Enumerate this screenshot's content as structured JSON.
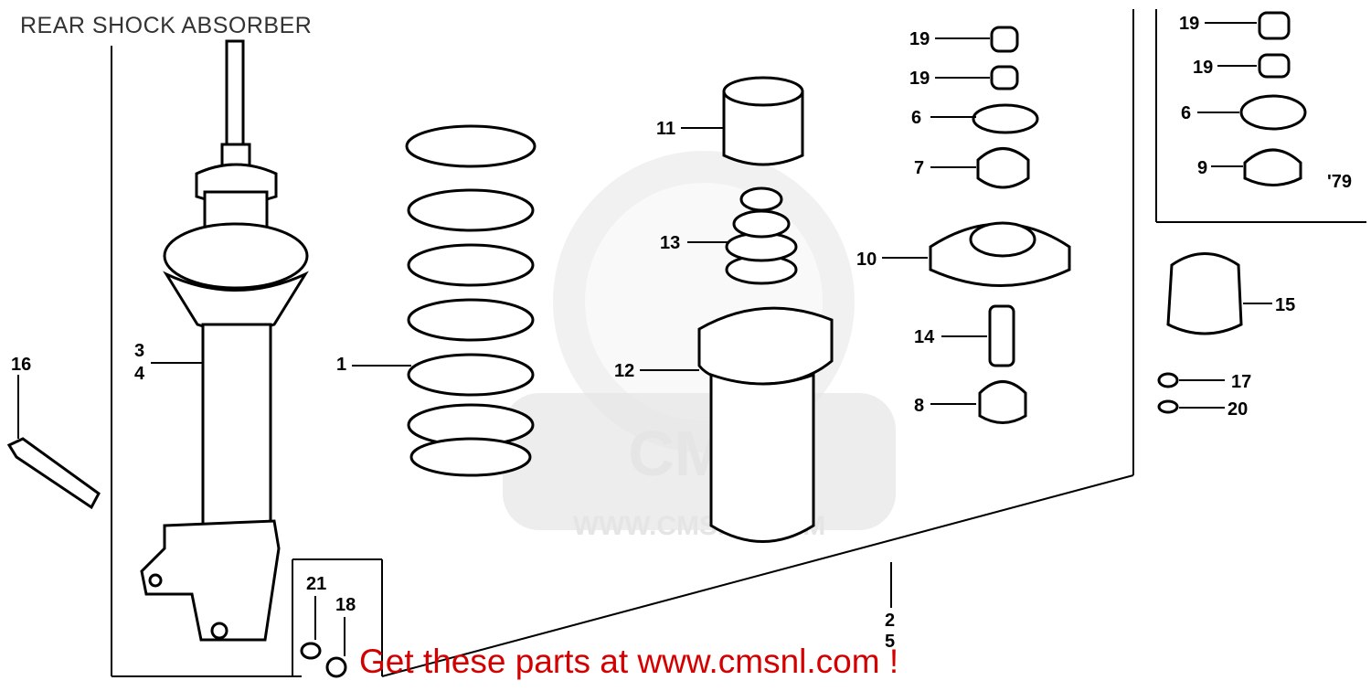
{
  "diagram": {
    "title": "REAR SHOCK ABSORBER",
    "footer": "Get these parts at www.cmsnl.com !",
    "watermark": {
      "logo": "CMS",
      "url": "WWW.CMSNL.COM"
    },
    "callouts": [
      {
        "id": "c16",
        "text": "16"
      },
      {
        "id": "c3",
        "text": "3"
      },
      {
        "id": "c4",
        "text": "4"
      },
      {
        "id": "c1",
        "text": "1"
      },
      {
        "id": "c11",
        "text": "11"
      },
      {
        "id": "c13",
        "text": "13"
      },
      {
        "id": "c12",
        "text": "12"
      },
      {
        "id": "c19a",
        "text": "19"
      },
      {
        "id": "c19b",
        "text": "19"
      },
      {
        "id": "c6a",
        "text": "6"
      },
      {
        "id": "c7",
        "text": "7"
      },
      {
        "id": "c10",
        "text": "10"
      },
      {
        "id": "c14",
        "text": "14"
      },
      {
        "id": "c8",
        "text": "8"
      },
      {
        "id": "c19c",
        "text": "19"
      },
      {
        "id": "c19d",
        "text": "19"
      },
      {
        "id": "c6b",
        "text": "6"
      },
      {
        "id": "c9",
        "text": "9"
      },
      {
        "id": "c79",
        "text": "'79"
      },
      {
        "id": "c15",
        "text": "15"
      },
      {
        "id": "c17",
        "text": "17"
      },
      {
        "id": "c20",
        "text": "20"
      },
      {
        "id": "c21",
        "text": "21"
      },
      {
        "id": "c18",
        "text": "18"
      },
      {
        "id": "c2",
        "text": "2"
      },
      {
        "id": "c5",
        "text": "5"
      }
    ]
  }
}
